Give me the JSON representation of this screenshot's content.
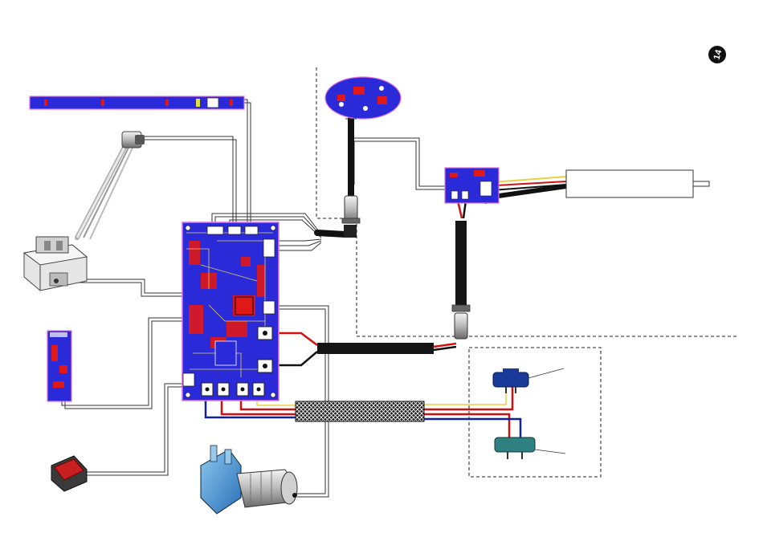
{
  "page": {
    "badge": "14"
  },
  "colors": {
    "pcb_blue": "#2a2ad8",
    "pcb_border": "#e070e0",
    "trace_red": "#e01818",
    "trace_yellow": "#f0e060",
    "wire_black": "#111111",
    "wire_red": "#d01010",
    "wire_blue": "#1020a0",
    "wire_yellow": "#e8d040",
    "cable_black": "#151515",
    "connector_teal": "#2f8080",
    "connector_blue": "#1a3a9a",
    "motor_white": "#ffffff",
    "pump_blue": "#3a8ad0",
    "switch_red": "#c82020"
  },
  "components": [
    {
      "id": "led-strip",
      "icon": "led-strip-pcb-icon"
    },
    {
      "id": "temperature-probe",
      "icon": "probe-sensor-icon"
    },
    {
      "id": "thermostat-block",
      "icon": "heater-block-icon"
    },
    {
      "id": "main-control-board",
      "icon": "main-pcb-icon"
    },
    {
      "id": "remote-sensor-board",
      "icon": "oval-pcb-icon"
    },
    {
      "id": "motor-driver-board",
      "icon": "driver-pcb-icon"
    },
    {
      "id": "dc-motor",
      "icon": "cylinder-motor-icon"
    },
    {
      "id": "small-display-board",
      "icon": "vertical-pcb-icon"
    },
    {
      "id": "rocker-switch",
      "icon": "rocker-switch-icon"
    },
    {
      "id": "water-pump",
      "icon": "pump-icon"
    },
    {
      "id": "upper-connector",
      "icon": "blue-connector-icon"
    },
    {
      "id": "lower-connector",
      "icon": "teal-connector-icon"
    },
    {
      "id": "braided-sleeve",
      "icon": "sleeve-icon"
    }
  ]
}
